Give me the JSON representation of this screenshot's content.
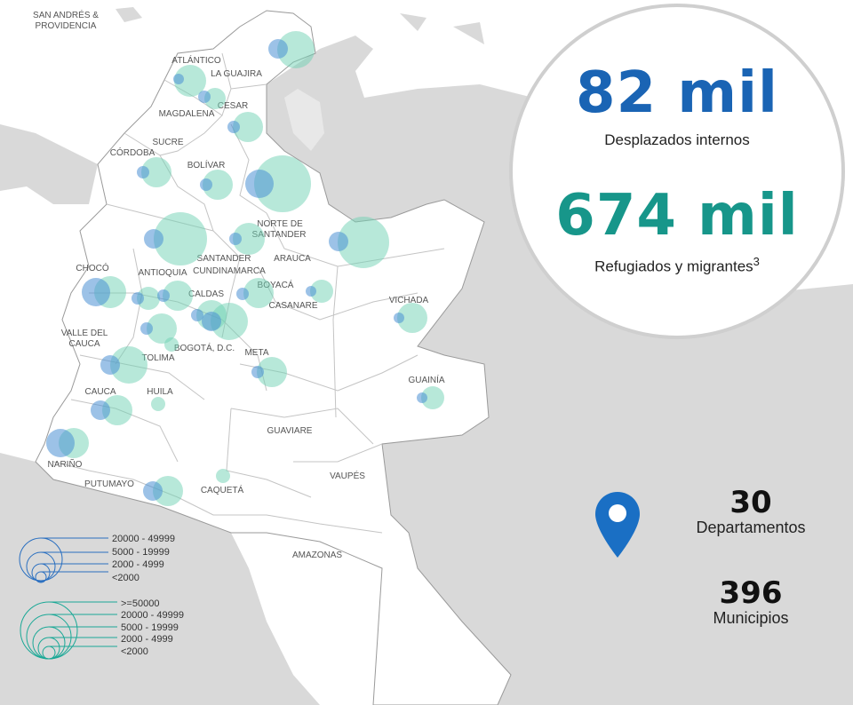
{
  "map": {
    "departments": [
      {
        "name": "SAN ANDRÉS &",
        "name2": "PROVIDENCIA"
      },
      {
        "name": "ATLÁNTICO"
      },
      {
        "name": "LA GUAJIRA"
      },
      {
        "name": "MAGDALENA"
      },
      {
        "name": "CESAR"
      },
      {
        "name": "SUCRE"
      },
      {
        "name": "CÓRDOBA"
      },
      {
        "name": "BOLÍVAR"
      },
      {
        "name": "NORTE DE",
        "name2": "SANTANDER"
      },
      {
        "name": "SANTANDER"
      },
      {
        "name": "ARAUCA"
      },
      {
        "name": "CHOCÓ"
      },
      {
        "name": "ANTIOQUIA"
      },
      {
        "name": "CUNDINAMARCA"
      },
      {
        "name": "BOYACÁ"
      },
      {
        "name": "CASANARE"
      },
      {
        "name": "VICHADA"
      },
      {
        "name": "CALDAS"
      },
      {
        "name": "VALLE DEL",
        "name2": "CAUCA"
      },
      {
        "name": "BOGOTÁ, D.C."
      },
      {
        "name": "TOLIMA"
      },
      {
        "name": "META"
      },
      {
        "name": "GUAINÍA"
      },
      {
        "name": "CAUCA"
      },
      {
        "name": "HUILA"
      },
      {
        "name": "GUAVIARE"
      },
      {
        "name": "NARIÑO"
      },
      {
        "name": "VAUPÉS"
      },
      {
        "name": "PUTUMAYO"
      },
      {
        "name": "CAQUETÁ"
      },
      {
        "name": "AMAZONAS"
      }
    ],
    "colors": {
      "idp": "#4a8fd4",
      "refugees": "#6fd1b3",
      "land": "#ffffff",
      "neighbors": "#d9d9d9",
      "border": "#9a9a9a"
    }
  },
  "legend": {
    "idp": [
      "20000 - 49999",
      "5000 - 19999",
      "2000 - 4999",
      "<2000"
    ],
    "refugees": [
      ">=50000",
      "20000 - 49999",
      "5000 - 19999",
      "2000 - 4999",
      "<2000"
    ]
  },
  "stats": {
    "idp_value": "82 mil",
    "idp_label": "Desplazados internos",
    "refugees_value": "674 mil",
    "refugees_label": "Refugiados y migrantes",
    "refugees_footnote": "3"
  },
  "counts": {
    "departments_value": "30",
    "departments_label": "Departamentos",
    "municipalities_value": "396",
    "municipalities_label": "Municipios"
  },
  "icons": {
    "location": "location-pin-icon"
  }
}
